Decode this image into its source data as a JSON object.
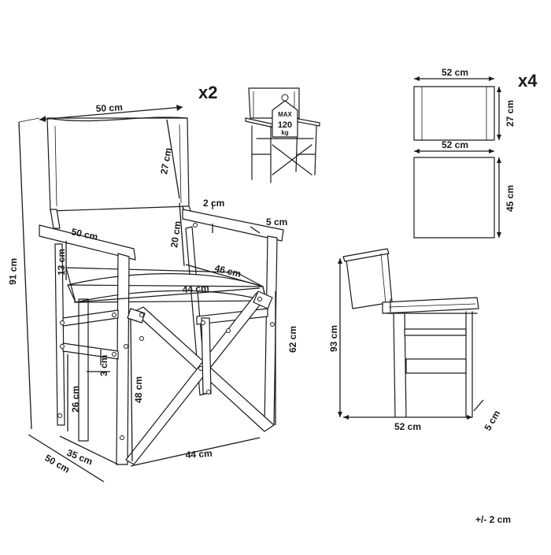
{
  "quantities": {
    "chairs_multiplier": "x2",
    "covers_multiplier": "x4"
  },
  "max_load": {
    "line1": "MAX",
    "line2": "120",
    "line3": "kg"
  },
  "main_chair_dimensions": {
    "backrest_width": "50 cm",
    "backrest_height": "27 cm",
    "armrest_length": "50 cm",
    "armrest_thickness": "2 cm",
    "armrest_width": "5 cm",
    "back_gap": "20 cm",
    "armrest_to_seat": "13 cm",
    "seat_depth": "46 cm",
    "seat_width": "44 cm",
    "total_height": "91 cm",
    "seat_height": "62 cm",
    "leg_height_side": "48 cm",
    "lower_rail_height": "26 cm",
    "rail_thickness": "3 cm",
    "base_depth_inner": "35 cm",
    "base_depth_outer": "50 cm",
    "base_width": "44 cm"
  },
  "covers_dimensions": {
    "back_cover_width": "52 cm",
    "back_cover_height": "27 cm",
    "seat_cover_width": "52 cm",
    "seat_cover_height": "45 cm"
  },
  "folded_dimensions": {
    "folded_height": "93 cm",
    "folded_length": "52 cm",
    "folded_thickness": "5 cm"
  },
  "tolerance": "+/- 2 cm"
}
